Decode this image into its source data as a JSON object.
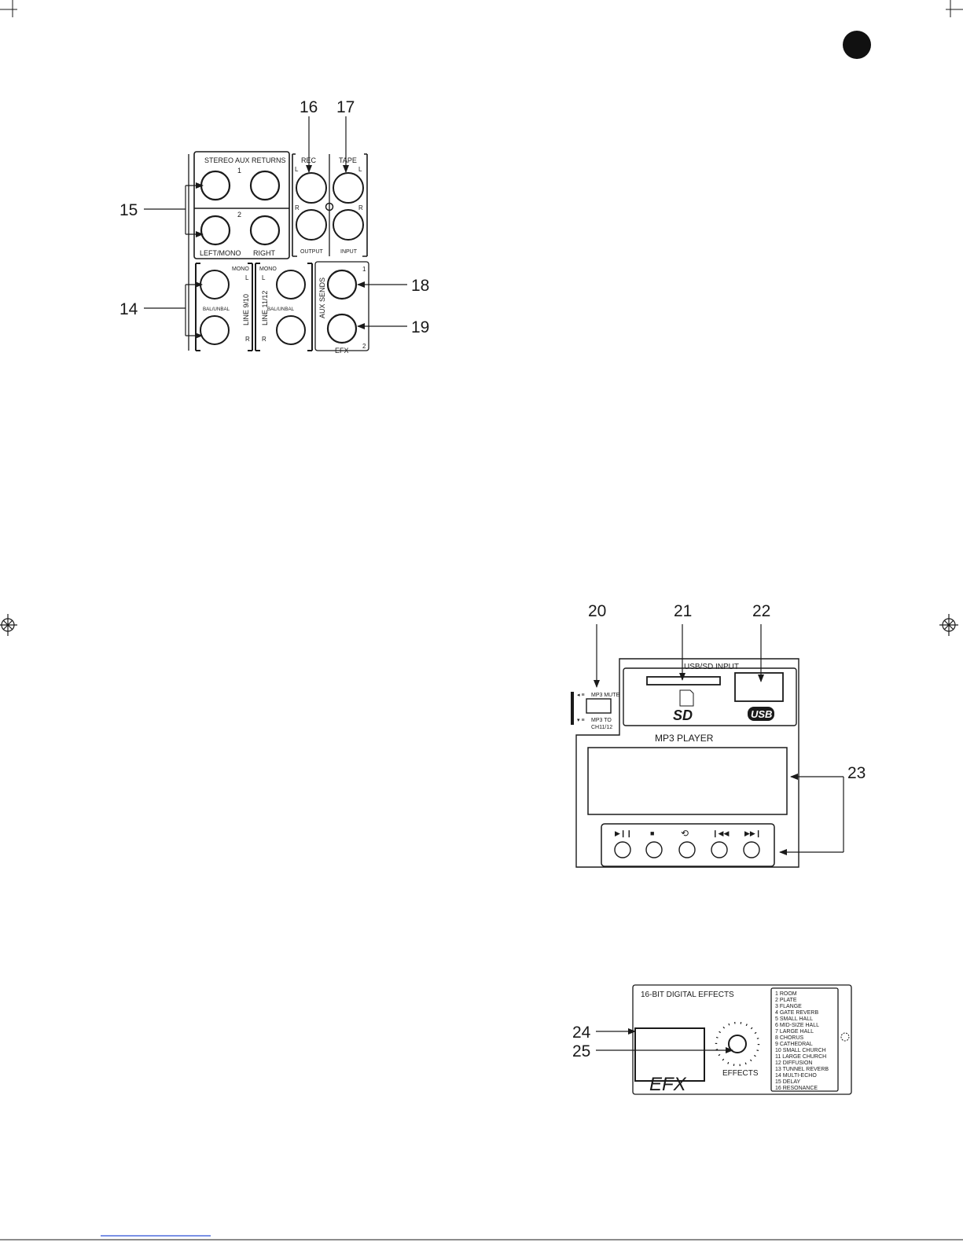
{
  "callouts": {
    "n14": "14",
    "n15": "15",
    "n16": "16",
    "n17": "17",
    "n18": "18",
    "n19": "19",
    "n20": "20",
    "n21": "21",
    "n22": "22",
    "n23": "23",
    "n24": "24",
    "n25": "25"
  },
  "rear_panel": {
    "stereo_aux_returns": "STEREO AUX RETURNS",
    "return_1": "1",
    "return_2": "2",
    "left_mono": "LEFT/MONO",
    "right": "RIGHT",
    "rec": "REC",
    "tape": "TAPE",
    "l": "L",
    "r": "R",
    "output": "OUTPUT",
    "input": "INPUT",
    "mono": "MONO",
    "bal_unbal": "BAL/UNBAL",
    "line_9_10": "LINE 9/10",
    "line_11_12": "LINE 11/12",
    "aux_sends": "AUX SENDS",
    "send_1": "1",
    "send_2": "2",
    "efx": "EFX"
  },
  "mp3_panel": {
    "usb_sd_input": "USB/SD INPUT",
    "mp3_mute": "MP3 MUTE",
    "mp3_to": "MP3 TO",
    "ch11_12": "CH11/12",
    "mp3_player": "MP3 PLAYER",
    "sd_logo": "SD",
    "usb_logo": "USB",
    "buttons": [
      "▶❙❙",
      "■",
      "⟲",
      "❙◀◀",
      "▶▶❙"
    ]
  },
  "effects_panel": {
    "title": "16-BIT DIGITAL EFFECTS",
    "efx_label": "EFX",
    "effects_label": "EFFECTS",
    "presets": [
      "1 ROOM",
      "2 PLATE",
      "3 FLANGE",
      "4 GATE REVERB",
      "5 SMALL HALL",
      "6 MID-SIZE HALL",
      "7 LARGE HALL",
      "8 CHORUS",
      "9 CATHEDRAL",
      "10 SMALL CHURCH",
      "11 LARGE CHURCH",
      "12 DIFFUSION",
      "13 TUNNEL REVERB",
      "14 MULTI-ECHO",
      "15 DELAY",
      "16 RESONANCE"
    ]
  }
}
